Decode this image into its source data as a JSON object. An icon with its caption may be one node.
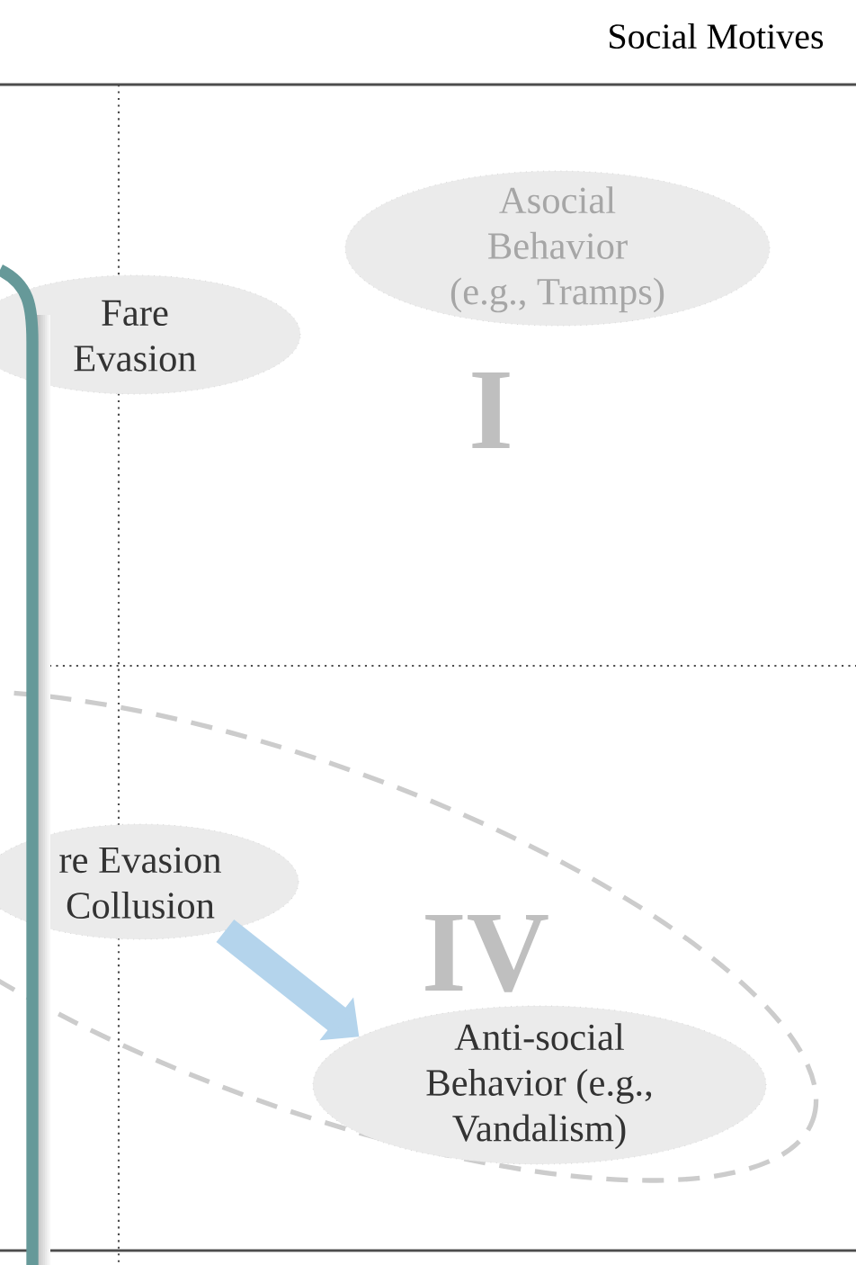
{
  "diagram": {
    "nodes": [
      {
        "text": [
          "Fare Evasion"
        ]
      },
      {
        "text": [
          "Asocial Behavior (e.g., Tramps)"
        ]
      },
      {
        "text": [
          "re Evasion Collusion"
        ]
      },
      {
        "text": [
          "Anti-social Behavior (e.g., Vandalism)"
        ]
      }
    ],
    "edges": [
      {
        "from": 2,
        "to": 3,
        "arrow": "to"
      }
    ],
    "labels": [
      "Social Motives",
      "I",
      "IV"
    ]
  }
}
